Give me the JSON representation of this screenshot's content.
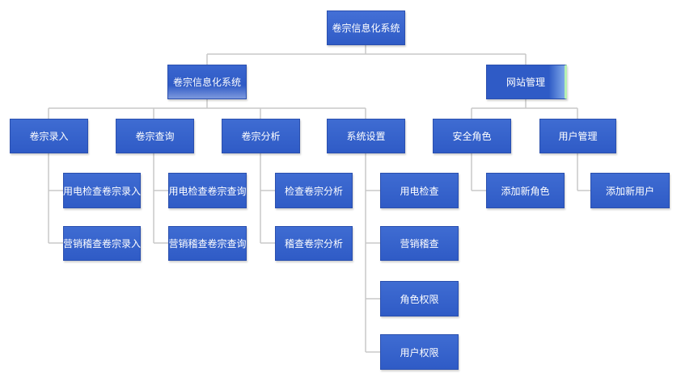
{
  "root": {
    "label": "卷宗信息化系统"
  },
  "branches": [
    {
      "label": "卷宗信息化系统",
      "children": [
        {
          "label": "卷宗录入",
          "children": [
            "用电检查卷宗录入",
            "营销稽查卷宗录入"
          ]
        },
        {
          "label": "卷宗查询",
          "children": [
            "用电检查卷宗查询",
            "营销稽查卷宗查询"
          ]
        },
        {
          "label": "卷宗分析",
          "children": [
            "检查卷宗分析",
            "稽查卷宗分析"
          ]
        },
        {
          "label": "系统设置",
          "children": [
            "用电检查",
            "营销稽查",
            "角色权限",
            "用户权限"
          ]
        }
      ]
    },
    {
      "label": "网站管理",
      "children": [
        {
          "label": "安全角色",
          "children": [
            "添加新角色"
          ]
        },
        {
          "label": "用户管理",
          "children": [
            "添加新用户"
          ]
        }
      ]
    }
  ],
  "colors": {
    "node_fill": "#3060C8",
    "node_border": "#2A4FAE",
    "node_text": "#FFFFFF",
    "connector": "#C9C9C9",
    "accent_edge": "#B8F0B2"
  }
}
